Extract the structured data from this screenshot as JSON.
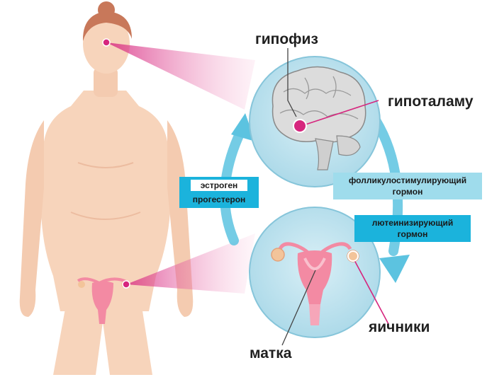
{
  "labels": {
    "pituitary": "гипофиз",
    "hypothalamus": "гипоталаму",
    "uterus": "матка",
    "ovaries": "яичники"
  },
  "hormones": {
    "estrogen": "эстроген",
    "progesterone": "прогестерон",
    "fsh_line1": "фолликулостимулирующий",
    "fsh_line2": "гормон",
    "lh_line1": "лютеинизирующий",
    "lh_line2": "гормон"
  },
  "colors": {
    "skin": "#f7d4bb",
    "skin_shadow": "#ecbca0",
    "hair": "#c8785a",
    "circle_fill": "#c5e4ee",
    "circle_stroke": "#86c5da",
    "arrow": "#5cc3e0",
    "magenta": "#d6267e",
    "label_box": "#1bb3dc",
    "uterus": "#f38aa3"
  }
}
